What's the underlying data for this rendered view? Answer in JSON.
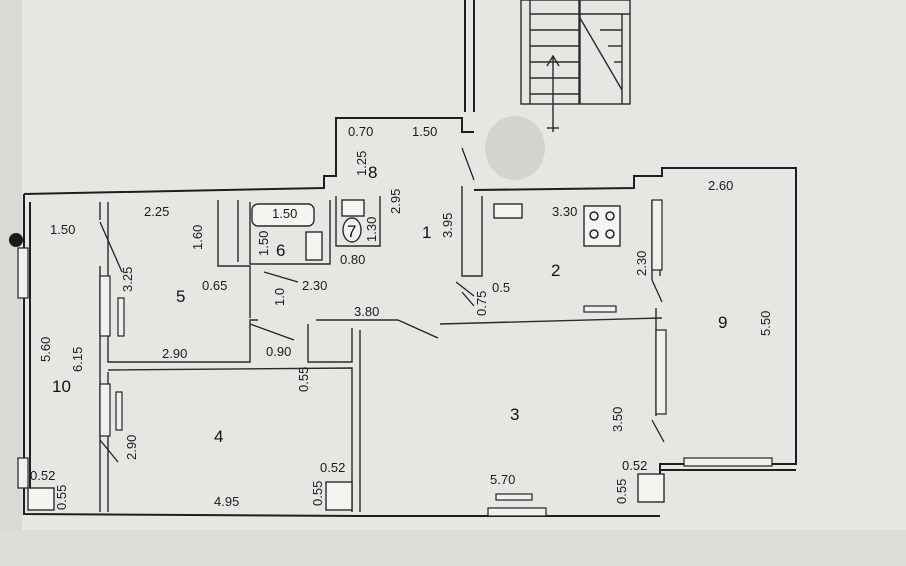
{
  "rooms": {
    "r1": "1",
    "r2": "2",
    "r3": "3",
    "r4": "4",
    "r5": "5",
    "r6": "6",
    "r7": "7",
    "r8": "8",
    "r9": "9",
    "r10": "10"
  },
  "dims": {
    "d_0_70": "0.70",
    "d_1_50_top": "1.50",
    "d_1_25": "1.25",
    "d_2_95": "2.95",
    "d_3_95": "3.95",
    "d_1_30": "1.30",
    "d_0_80": "0.80",
    "d_2_25": "2.25",
    "d_1_50_bath": "1.50",
    "d_1_50_bath_v": "1.50",
    "d_1_60": "1.60",
    "d_1_50_left": "1.50",
    "d_3_25": "3.25",
    "d_0_65": "0.65",
    "d_1_0": "1.0",
    "d_2_30_mid": "2.30",
    "d_3_80": "3.80",
    "d_0_90": "0.90",
    "d_0_55_hall": "0.55",
    "d_3_30": "3.30",
    "d_0_75": "0.75",
    "d_0_5": "0.5",
    "d_2_30_right": "2.30",
    "d_2_60": "2.60",
    "d_5_50": "5.50",
    "d_5_60": "5.60",
    "d_6_15": "6.15",
    "d_2_90_r5": "2.90",
    "d_2_90_r4": "2.90",
    "d_0_52_left": "0.52",
    "d_0_55_left": "0.55",
    "d_4_95": "4.95",
    "d_0_55_r4": "0.55",
    "d_0_52_r4": "0.52",
    "d_3_50": "3.50",
    "d_5_70": "5.70",
    "d_0_52_r3": "0.52",
    "d_0_55_r3": "0.55"
  }
}
